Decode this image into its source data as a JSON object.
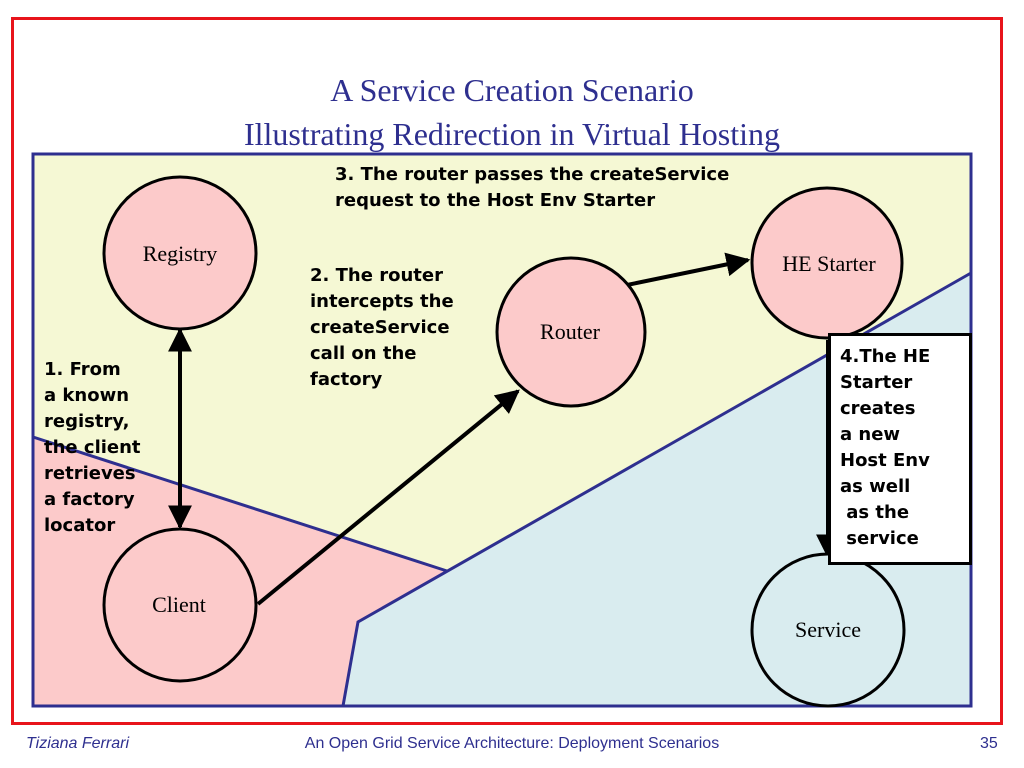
{
  "title": {
    "line1": "A Service Creation Scenario",
    "line2": "Illustrating Redirection in Virtual Hosting"
  },
  "nodes": {
    "registry": "Registry",
    "router": "Router",
    "he_starter": "HE Starter",
    "client": "Client",
    "service": "Service"
  },
  "notes": {
    "step1": "1. From\na known\nregistry,\nthe client\nretrieves\na factory\nlocator",
    "step2": "2. The router\nintercepts the\ncreateService\ncall on the\nfactory",
    "step3": "3. The router passes the createService\nrequest to the Host Env Starter",
    "step4": "4.The HE\nStarter\ncreates\na new\nHost Env\nas well\n as the\n service"
  },
  "colors": {
    "frame": "#e8141b",
    "title": "#2e2f8f",
    "region_yellow": "#f5f8d4",
    "region_pink": "#fccaca",
    "region_blue": "#d9ecef",
    "region_border": "#2e2f8f",
    "node_fill": "#fccaca"
  },
  "footer": {
    "author": "Tiziana Ferrari",
    "title": "An Open Grid Service Architecture: Deployment Scenarios",
    "page": "35"
  }
}
